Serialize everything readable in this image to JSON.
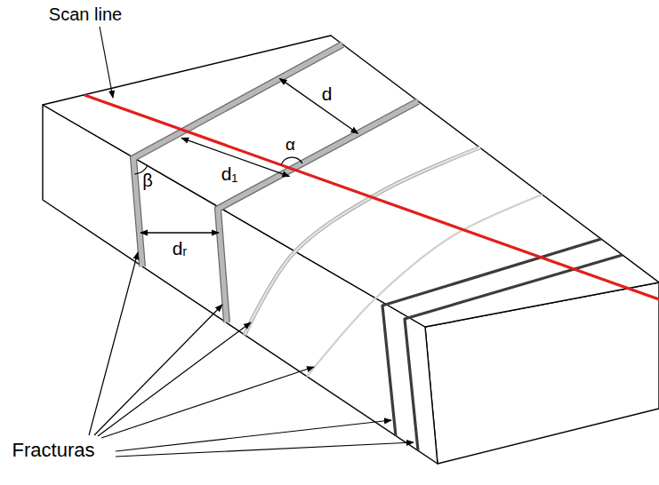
{
  "diagram": {
    "labels": [
      "Scan line",
      "d",
      "d₁",
      "α",
      "β",
      "dᵣ",
      "Fracturas"
    ]
  }
}
